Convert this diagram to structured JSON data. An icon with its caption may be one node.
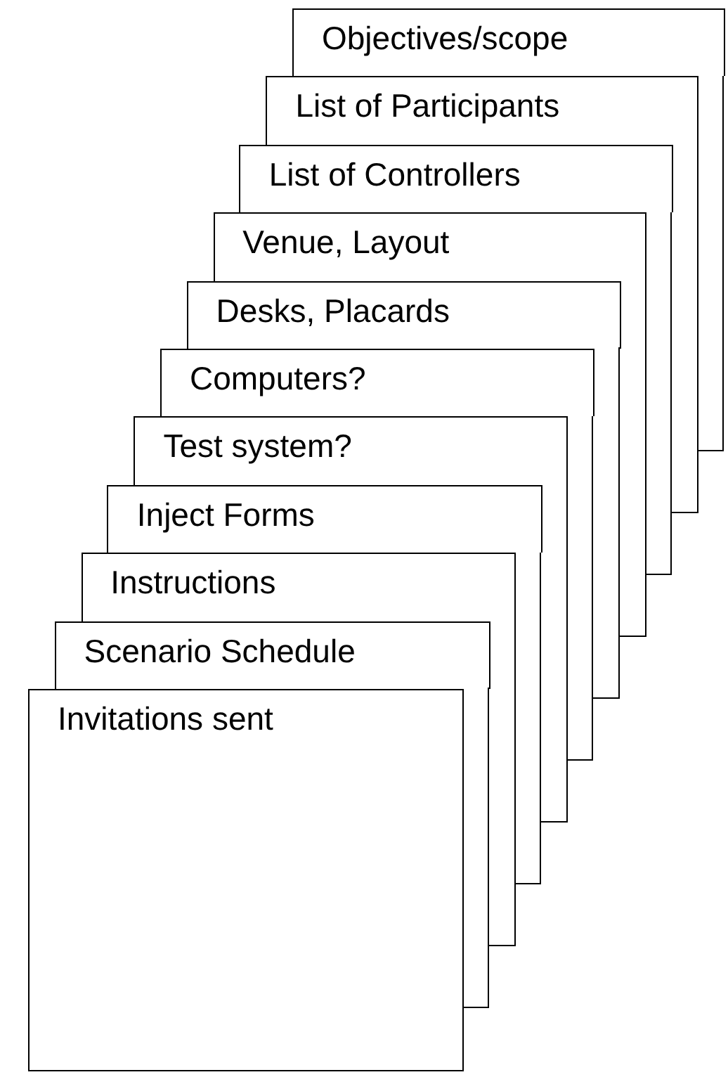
{
  "diagram": {
    "nodes": [
      {
        "text": [
          "Objectives/scope"
        ]
      },
      {
        "text": [
          "List of Participants"
        ]
      },
      {
        "text": [
          "List of Controllers"
        ]
      },
      {
        "text": [
          "Venue, Layout"
        ]
      },
      {
        "text": [
          "Desks, Placards"
        ]
      },
      {
        "text": [
          "Computers?"
        ]
      },
      {
        "text": [
          "Test system?"
        ]
      },
      {
        "text": [
          "Inject Forms"
        ]
      },
      {
        "text": [
          "Instructions"
        ]
      },
      {
        "text": [
          "Scenario Schedule"
        ]
      },
      {
        "text": [
          "Invitations sent"
        ]
      }
    ]
  }
}
